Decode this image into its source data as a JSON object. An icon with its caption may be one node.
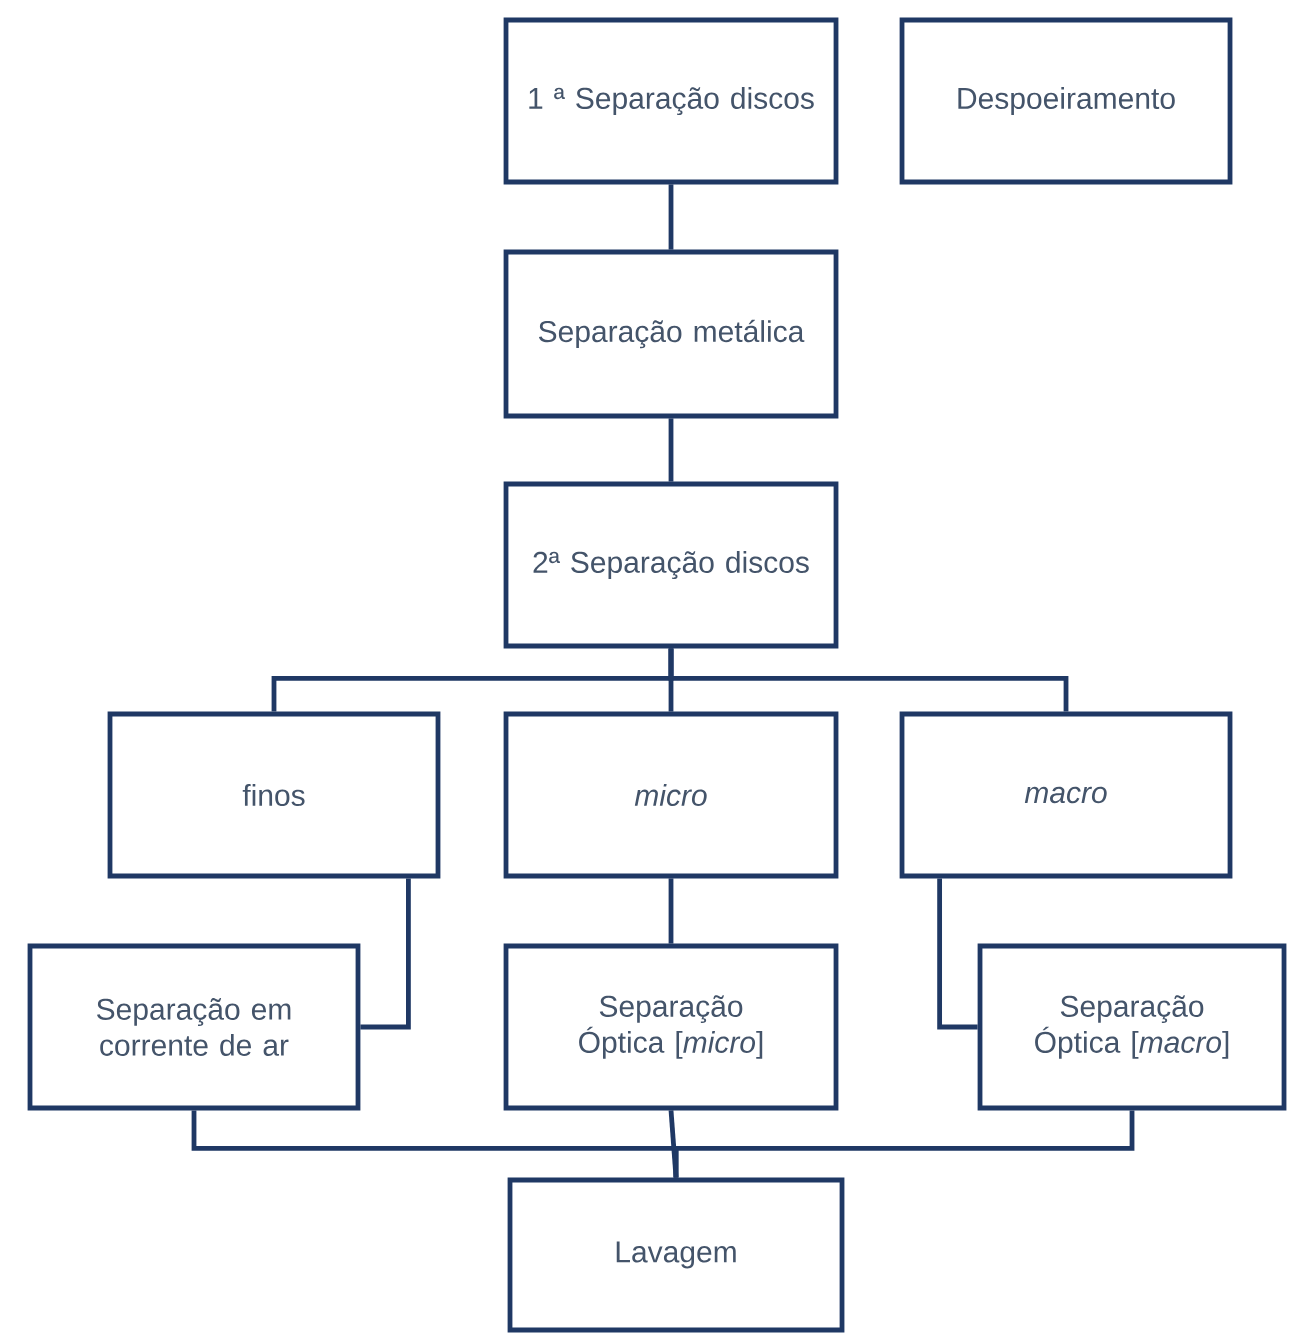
{
  "diagram": {
    "nodes": [
      {
        "text": [
          "1 ª Separação discos"
        ]
      },
      {
        "text": [
          "Despoeiramento"
        ]
      },
      {
        "text": [
          "Separação metálica"
        ]
      },
      {
        "text": [
          "2ª Separação discos"
        ]
      },
      {
        "text": [
          "finos"
        ]
      },
      {
        "text": [
          "micro"
        ]
      },
      {
        "text": [
          "macro"
        ]
      },
      {
        "text": [
          "Separação em corrente de ar"
        ]
      },
      {
        "text": [
          "Separação Óptica [*micro*]"
        ]
      },
      {
        "text": [
          "Separação Óptica [*macro*]"
        ]
      },
      {
        "text": [
          "Lavagem"
        ]
      }
    ],
    "edges": [
      {
        "from": 0,
        "to": 2,
        "arrow": "none"
      },
      {
        "from": 2,
        "to": 3,
        "arrow": "none"
      },
      {
        "from": 3,
        "to": 4,
        "arrow": "none"
      },
      {
        "from": 3,
        "to": 5,
        "arrow": "none"
      },
      {
        "from": 3,
        "to": 6,
        "arrow": "none"
      },
      {
        "from": 4,
        "to": 7,
        "arrow": "none"
      },
      {
        "from": 5,
        "to": 8,
        "arrow": "none"
      },
      {
        "from": 6,
        "to": 9,
        "arrow": "none"
      },
      {
        "from": 7,
        "to": 10,
        "arrow": "none"
      },
      {
        "from": 8,
        "to": 10,
        "arrow": "none"
      },
      {
        "from": 9,
        "to": 10,
        "arrow": "none"
      }
    ]
  }
}
